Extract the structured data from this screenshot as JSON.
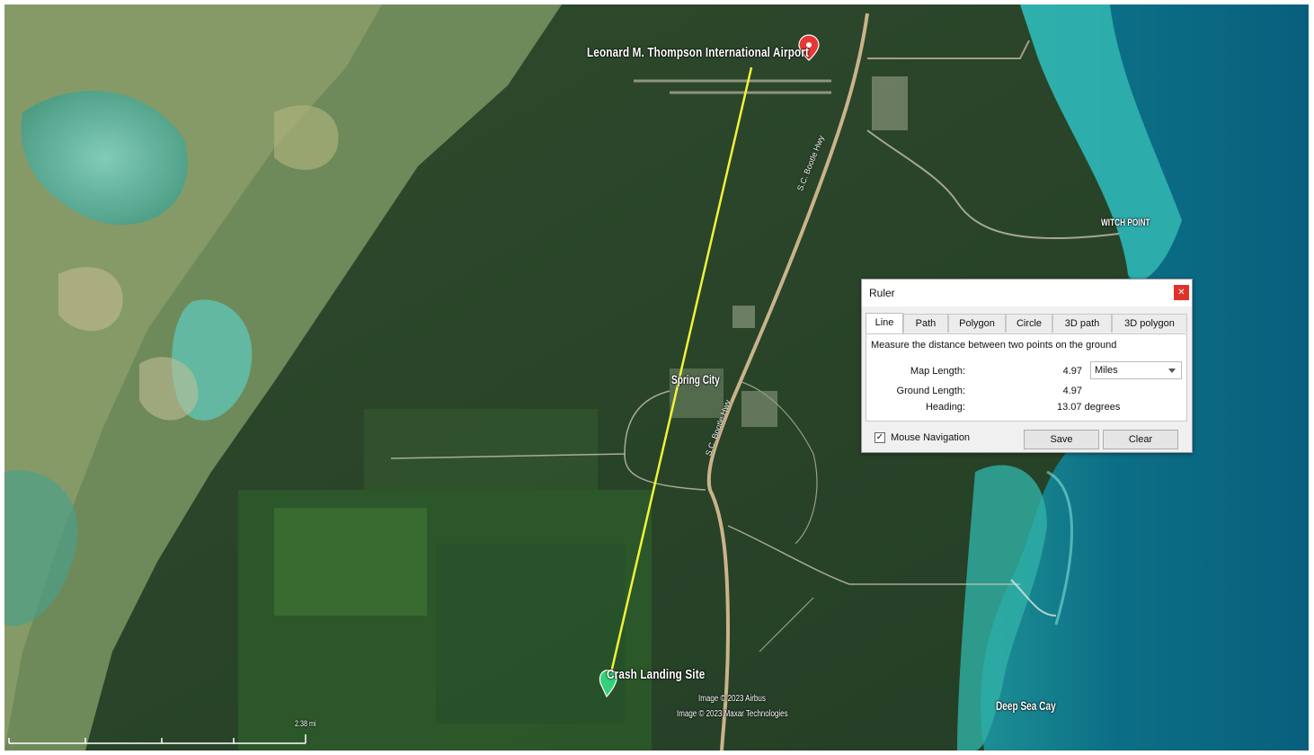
{
  "map": {
    "labels": {
      "airport": "Leonard M. Thompson International Airport",
      "witch_point": "WITCH POINT",
      "spring_city": "Spring City",
      "crash_site": "Crash Landing Site",
      "deep_sea_cay": "Deep Sea Cay",
      "road_1": "S.C. Bootle Hwy",
      "road_2": "S.C. Bootle Hwy"
    },
    "credits": {
      "line1": "Image © 2023 Airbus",
      "line2": "Image © 2023 Maxar Technologies"
    },
    "scale_text": "2.38 mi",
    "colors": {
      "measure_line": "#f2f23a",
      "pin_start": "#e53935",
      "pin_end": "#35d17a",
      "water_deep": "#0a6f86",
      "water_shallow": "#3ab9b4"
    }
  },
  "ruler": {
    "title": "Ruler",
    "close_icon": "✕",
    "tabs": [
      "Line",
      "Path",
      "Polygon",
      "Circle",
      "3D path",
      "3D polygon"
    ],
    "active_tab": "Line",
    "description": "Measure the distance between two points on the ground",
    "map_length_label": "Map Length:",
    "map_length_value": "4.97",
    "unit_selected": "Miles",
    "ground_length_label": "Ground Length:",
    "ground_length_value": "4.97",
    "heading_label": "Heading:",
    "heading_value": "13.07 degrees",
    "mouse_navigation_label": "Mouse Navigation",
    "mouse_navigation_checked": true,
    "save_label": "Save",
    "clear_label": "Clear"
  }
}
